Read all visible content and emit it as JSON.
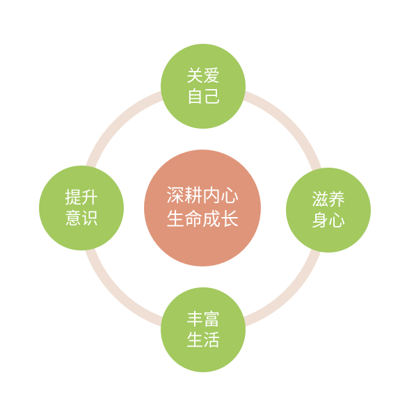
{
  "colors": {
    "ring": "#efdfd4",
    "satellite": "#a3c95f",
    "center": "#df957a",
    "text": "#ffffff"
  },
  "center": {
    "line1": "深耕内心",
    "line2": "生命成长"
  },
  "nodes": {
    "top": {
      "line1": "关爱",
      "line2": "自己"
    },
    "right": {
      "line1": "滋养",
      "line2": "身心"
    },
    "bottom": {
      "line1": "丰富",
      "line2": "生活"
    },
    "left": {
      "line1": "提升",
      "line2": "意识"
    }
  }
}
